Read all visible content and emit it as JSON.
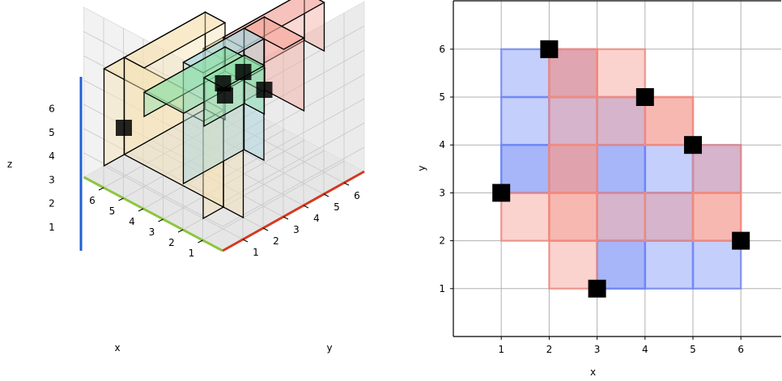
{
  "chart_data": [
    {
      "type": "3d-voxel",
      "xlabel": "x",
      "ylabel": "y",
      "zlabel": "z",
      "x_ticks": [
        "1",
        "2",
        "3",
        "4",
        "5",
        "6"
      ],
      "y_ticks": [
        "1",
        "2",
        "3",
        "4",
        "5",
        "6"
      ],
      "z_ticks": [
        "1",
        "2",
        "3",
        "4",
        "5",
        "6"
      ],
      "xlim": [
        0,
        7
      ],
      "ylim": [
        0,
        7
      ],
      "zlim": [
        0,
        7
      ],
      "grid": true,
      "axis_colors": {
        "x": "#8cc63f",
        "y": "#d6391f",
        "z": "#1f5fd6"
      },
      "boxes": [
        {
          "color": "#f6e2b3",
          "x": [
            1,
            2
          ],
          "y": [
            1,
            2
          ],
          "z": [
            0,
            7
          ]
        },
        {
          "color": "#f6e2b3",
          "x": [
            2,
            7
          ],
          "y": [
            1,
            2
          ],
          "z": [
            0,
            4
          ]
        },
        {
          "color": "#f6e2b3",
          "x": [
            6,
            7
          ],
          "y": [
            2,
            6
          ],
          "z": [
            0,
            4
          ]
        },
        {
          "color": "#f3a99e",
          "x": [
            1,
            2
          ],
          "y": [
            2,
            6
          ],
          "z": [
            5,
            7
          ]
        },
        {
          "color": "#f3a99e",
          "x": [
            1,
            3
          ],
          "y": [
            4,
            5
          ],
          "z": [
            3,
            6
          ]
        },
        {
          "color": "#a8d8e0",
          "x": [
            2,
            3
          ],
          "y": [
            1,
            4
          ],
          "z": [
            1,
            6
          ]
        },
        {
          "color": "#8fe0a8",
          "x": [
            4,
            6
          ],
          "y": [
            2,
            6
          ],
          "z": [
            2,
            3
          ]
        },
        {
          "color": "#8fe0a8",
          "x": [
            3,
            4
          ],
          "y": [
            3,
            5
          ],
          "z": [
            2,
            4
          ]
        }
      ],
      "points": [
        {
          "x": 1,
          "y": 1,
          "z": 6
        },
        {
          "x": 1,
          "y": 2,
          "z": 6
        },
        {
          "x": 3,
          "y": 5,
          "z": 3
        },
        {
          "x": 6,
          "y": 6,
          "z": 1
        },
        {
          "x": 6,
          "y": 1,
          "z": 2
        }
      ]
    },
    {
      "type": "heatmap",
      "xlabel": "x",
      "ylabel": "y",
      "x_ticks": [
        "1",
        "2",
        "3",
        "4",
        "5",
        "6"
      ],
      "y_ticks": [
        "1",
        "2",
        "3",
        "4",
        "5",
        "6"
      ],
      "xlim": [
        0,
        6.8
      ],
      "ylim": [
        0,
        7
      ],
      "grid": true,
      "blue_cells": [
        [
          1,
          5
        ],
        [
          1,
          4
        ],
        [
          1,
          3
        ],
        [
          2,
          3
        ],
        [
          2,
          4
        ],
        [
          2,
          5
        ],
        [
          3,
          4
        ],
        [
          3,
          3
        ],
        [
          3,
          2
        ],
        [
          3,
          1
        ],
        [
          4,
          3
        ],
        [
          4,
          2
        ],
        [
          4,
          1
        ],
        [
          5,
          1
        ],
        [
          5,
          3
        ]
      ],
      "blue_dark_cells": [
        [
          1,
          3
        ],
        [
          3,
          3
        ],
        [
          3,
          1
        ]
      ],
      "red_cells": [
        [
          2,
          5
        ],
        [
          3,
          5
        ],
        [
          2,
          4
        ],
        [
          4,
          4
        ],
        [
          3,
          4
        ],
        [
          2,
          3
        ],
        [
          2,
          2
        ],
        [
          1,
          2
        ],
        [
          2,
          1
        ],
        [
          3,
          2
        ],
        [
          4,
          2
        ],
        [
          5,
          2
        ],
        [
          5,
          3
        ],
        [
          2,
          3
        ]
      ],
      "red_dark_cells": [
        [
          2,
          5
        ],
        [
          4,
          4
        ],
        [
          2,
          2
        ],
        [
          5,
          2
        ]
      ],
      "points": [
        {
          "x": 2,
          "y": 6
        },
        {
          "x": 4,
          "y": 5
        },
        {
          "x": 5,
          "y": 4
        },
        {
          "x": 1,
          "y": 3
        },
        {
          "x": 6,
          "y": 2
        },
        {
          "x": 3,
          "y": 1
        }
      ],
      "colors": {
        "blue": "#6f86f6",
        "red": "#f28a7d"
      }
    }
  ]
}
